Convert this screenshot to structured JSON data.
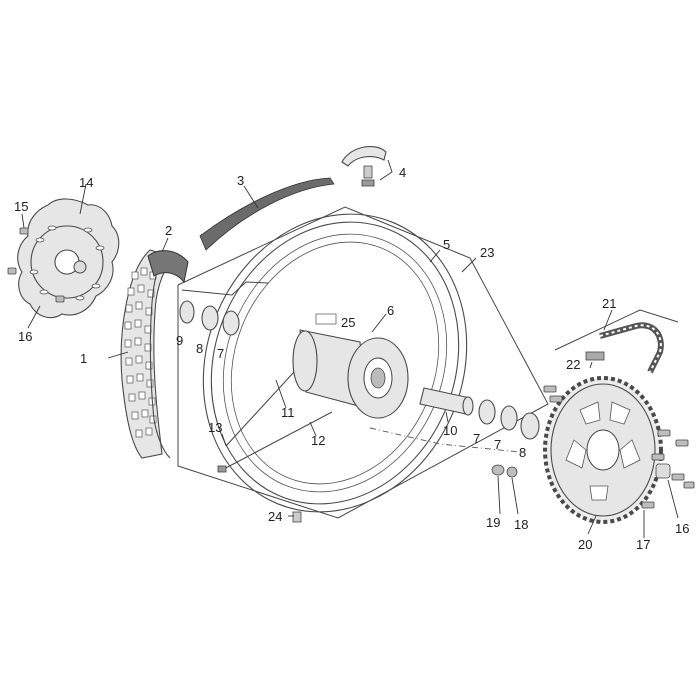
{
  "callouts": [
    {
      "id": "c1",
      "text": "1"
    },
    {
      "id": "c2",
      "text": "2"
    },
    {
      "id": "c3",
      "text": "3"
    },
    {
      "id": "c4",
      "text": "4"
    },
    {
      "id": "c5",
      "text": "5"
    },
    {
      "id": "c6",
      "text": "6"
    },
    {
      "id": "c7a",
      "text": "7"
    },
    {
      "id": "c7b",
      "text": "7"
    },
    {
      "id": "c7c",
      "text": "7"
    },
    {
      "id": "c8a",
      "text": "8"
    },
    {
      "id": "c8b",
      "text": "8"
    },
    {
      "id": "c9",
      "text": "9"
    },
    {
      "id": "c10",
      "text": "10"
    },
    {
      "id": "c11",
      "text": "11"
    },
    {
      "id": "c12",
      "text": "12"
    },
    {
      "id": "c13",
      "text": "13"
    },
    {
      "id": "c14",
      "text": "14"
    },
    {
      "id": "c15",
      "text": "15"
    },
    {
      "id": "c16a",
      "text": "16"
    },
    {
      "id": "c16b",
      "text": "16"
    },
    {
      "id": "c17",
      "text": "17"
    },
    {
      "id": "c18",
      "text": "18"
    },
    {
      "id": "c19",
      "text": "19"
    },
    {
      "id": "c20",
      "text": "20"
    },
    {
      "id": "c21",
      "text": "21"
    },
    {
      "id": "c22",
      "text": "22"
    },
    {
      "id": "c23",
      "text": "23"
    },
    {
      "id": "c24",
      "text": "24"
    },
    {
      "id": "c25",
      "text": "25"
    }
  ]
}
